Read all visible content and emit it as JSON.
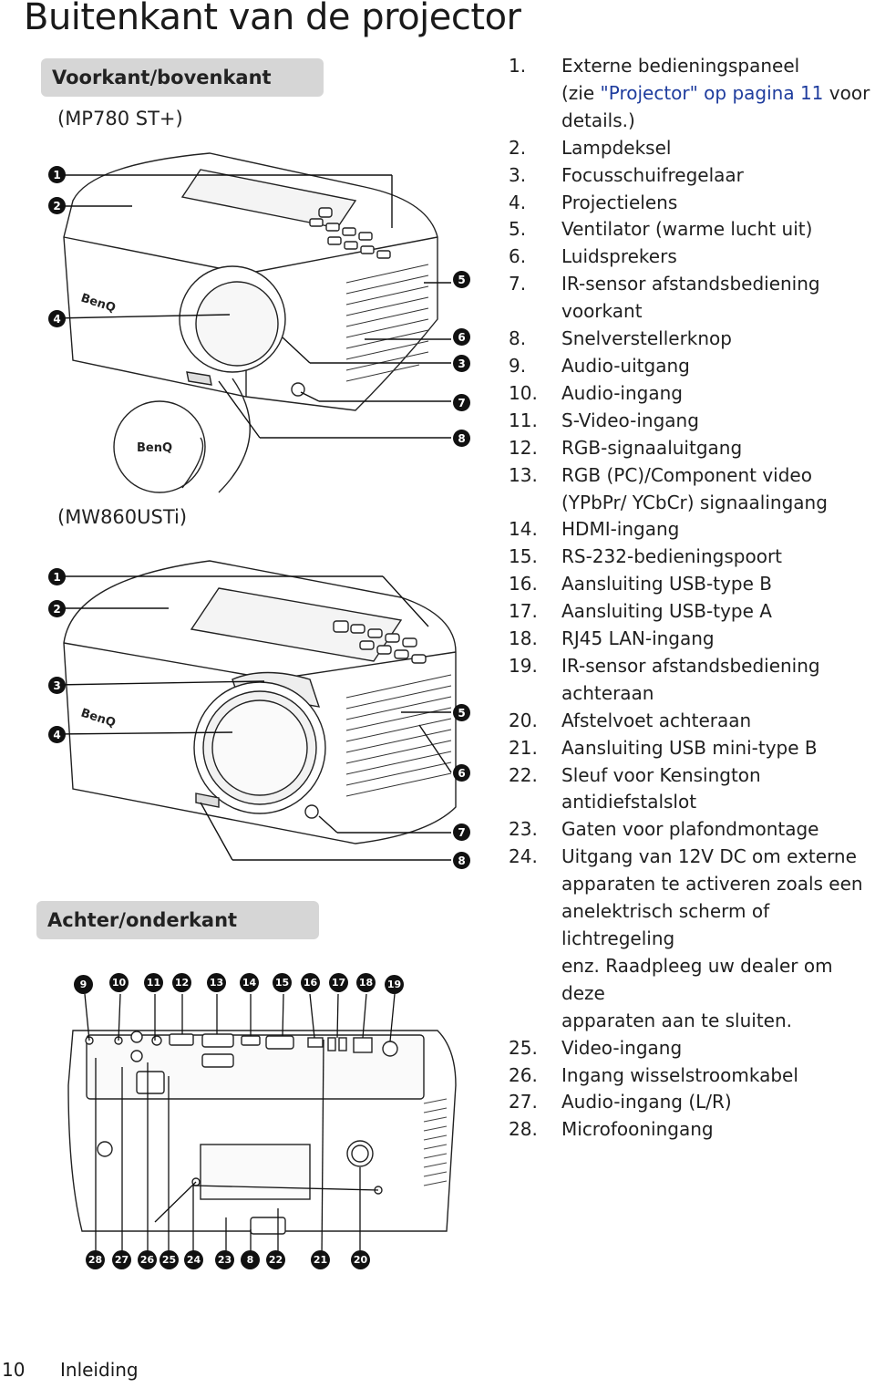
{
  "title": "Buitenkant van de projector",
  "sections": {
    "front": "Voorkant/bovenkant",
    "back": "Achter/onderkant"
  },
  "models": {
    "first": "(MP780 ST+)",
    "second": "(MW860USTi)"
  },
  "brand": "BenQ",
  "items": [
    {
      "num": "1.",
      "text": "Externe bedieningspaneel",
      "cont": [
        "(zie \"Projector\" op pagina 11 voor",
        "details.)"
      ]
    },
    {
      "num": "2.",
      "text": "Lampdeksel"
    },
    {
      "num": "3.",
      "text": "Focusschuifregelaar"
    },
    {
      "num": "4.",
      "text": "Projectielens"
    },
    {
      "num": "5.",
      "text": "Ventilator (warme lucht uit)"
    },
    {
      "num": "6.",
      "text": "Luidsprekers"
    },
    {
      "num": "7.",
      "text": "IR-sensor afstandsbediening",
      "cont": [
        "voorkant"
      ]
    },
    {
      "num": "8.",
      "text": "Snelverstellerknop"
    },
    {
      "num": "9.",
      "text": "Audio-uitgang"
    },
    {
      "num": "10.",
      "text": "Audio-ingang"
    },
    {
      "num": "11.",
      "text": "S-Video-ingang"
    },
    {
      "num": "12.",
      "text": "RGB-signaaluitgang"
    },
    {
      "num": "13.",
      "text": "RGB (PC)/Component video",
      "cont": [
        "(YPbPr/ YCbCr) signaalingang"
      ]
    },
    {
      "num": "14.",
      "text": "HDMI-ingang"
    },
    {
      "num": "15.",
      "text": "RS-232-bedieningspoort"
    },
    {
      "num": "16.",
      "text": "Aansluiting USB-type B"
    },
    {
      "num": "17.",
      "text": "Aansluiting USB-type A"
    },
    {
      "num": "18.",
      "text": "RJ45 LAN-ingang"
    },
    {
      "num": "19.",
      "text": "IR-sensor afstandsbediening",
      "cont": [
        "achteraan"
      ]
    },
    {
      "num": "20.",
      "text": "Afstelvoet achteraan"
    },
    {
      "num": "21.",
      "text": "Aansluiting USB mini-type B"
    },
    {
      "num": "22.",
      "text": "Sleuf voor Kensington",
      "cont": [
        "antidiefstalslot"
      ]
    },
    {
      "num": "23.",
      "text": "Gaten voor plafondmontage"
    },
    {
      "num": "24.",
      "text": "Uitgang van 12V DC om externe",
      "cont": [
        "apparaten te activeren zoals een",
        "anelektrisch scherm of lichtregeling",
        "enz. Raadpleeg uw dealer om deze",
        "apparaten aan te sluiten."
      ]
    },
    {
      "num": "25.",
      "text": "Video-ingang"
    },
    {
      "num": "26.",
      "text": "Ingang wisselstroomkabel"
    },
    {
      "num": "27.",
      "text": "Audio-ingang (L/R)"
    },
    {
      "num": "28.",
      "text": "Microfooningang"
    }
  ],
  "link_text": "\"Projector\" op pagina 11",
  "callouts_fig1": [
    "1",
    "2",
    "4",
    "5",
    "6",
    "3",
    "7",
    "8"
  ],
  "callouts_fig2": [
    "1",
    "2",
    "3",
    "4",
    "5",
    "6",
    "7",
    "8"
  ],
  "callouts_back_top": [
    "9",
    "10",
    "11",
    "12",
    "13",
    "14",
    "15",
    "16",
    "17",
    "18",
    "19"
  ],
  "callouts_back_bottom": [
    "28",
    "27",
    "26",
    "25",
    "24",
    "23",
    "8",
    "22",
    "21",
    "20"
  ],
  "footer": {
    "page": "10",
    "label": "Inleiding"
  }
}
